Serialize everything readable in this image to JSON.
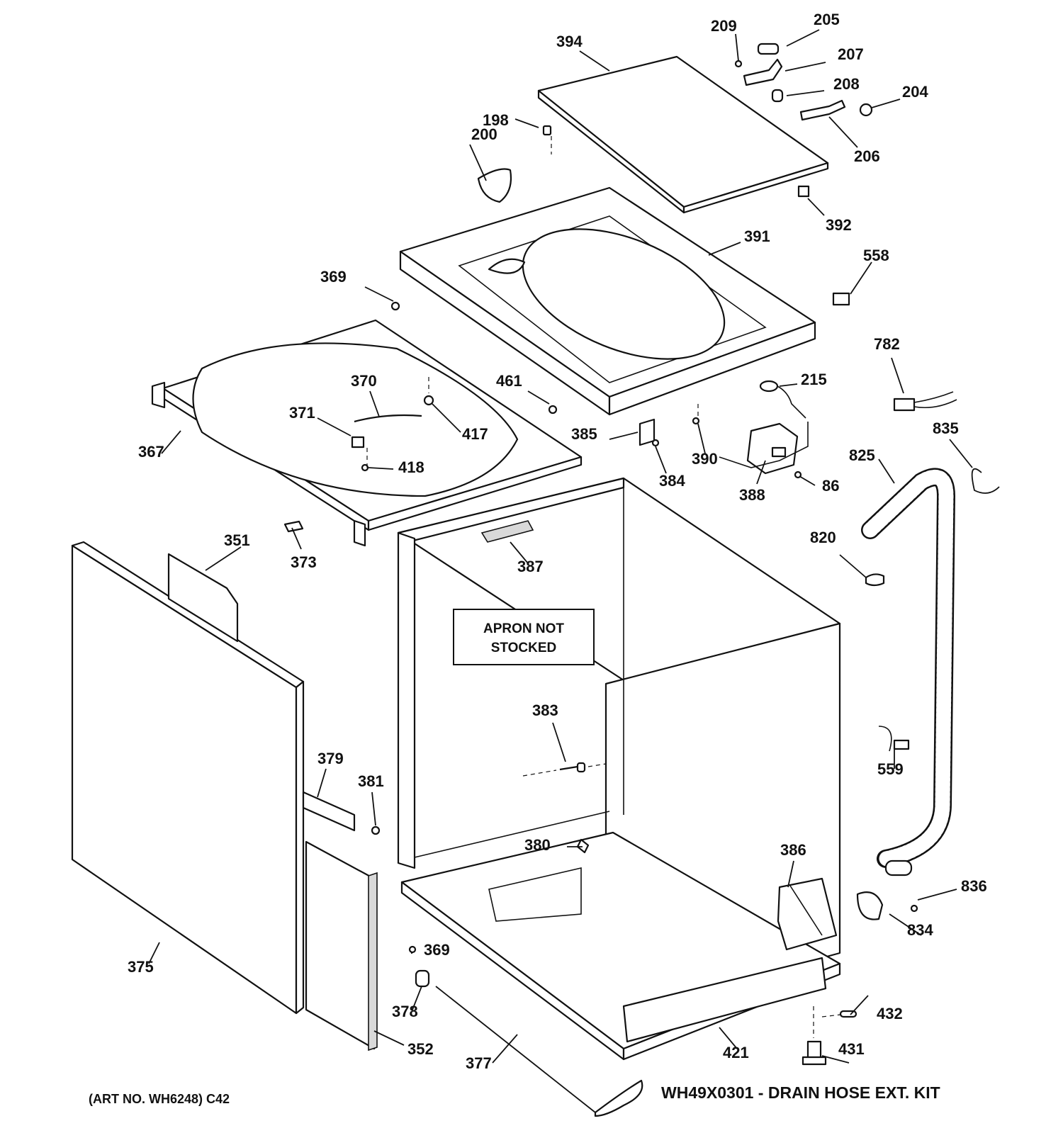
{
  "part_labels": {
    "p394": "394",
    "p209": "209",
    "p205": "205",
    "p207": "207",
    "p208": "208",
    "p204": "204",
    "p206": "206",
    "p198": "198",
    "p200": "200",
    "p392": "392",
    "p391": "391",
    "p558": "558",
    "p369a": "369",
    "p782": "782",
    "p215": "215",
    "p370": "370",
    "p461": "461",
    "p371": "371",
    "p417": "417",
    "p385": "385",
    "p390": "390",
    "p835": "835",
    "p367": "367",
    "p418": "418",
    "p384": "384",
    "p825": "825",
    "p388": "388",
    "p86": "86",
    "p820": "820",
    "p351": "351",
    "p373": "373",
    "p387": "387",
    "p383": "383",
    "p559": "559",
    "p379": "379",
    "p381": "381",
    "p380": "380",
    "p386": "386",
    "p836": "836",
    "p834": "834",
    "p369b": "369",
    "p375": "375",
    "p378": "378",
    "p432": "432",
    "p352": "352",
    "p421": "421",
    "p431": "431",
    "p377": "377"
  },
  "apron_note": {
    "line1": "APRON NOT",
    "line2": "STOCKED"
  },
  "footer": {
    "art_no": "(ART NO. WH6248) C42",
    "kit": "WH49X0301 - DRAIN HOSE EXT. KIT"
  }
}
